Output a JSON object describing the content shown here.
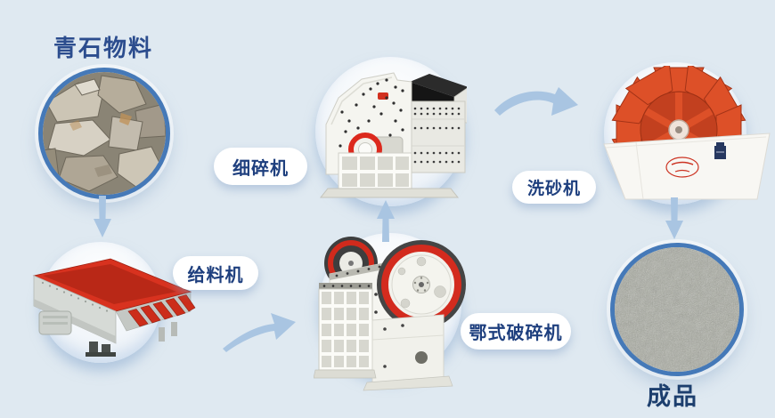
{
  "diagram": {
    "source": {
      "title": "青石物料"
    },
    "stages": {
      "feeder": {
        "label": "给料机"
      },
      "jaw_crusher": {
        "label": "鄂式破碎机"
      },
      "fine_crusher": {
        "label": "细碎机"
      },
      "sand_washer": {
        "label": "洗砂机"
      }
    },
    "product": {
      "title": "成品"
    },
    "connections": [
      {
        "from": "青石物料",
        "to": "给料机",
        "arrow": "down"
      },
      {
        "from": "给料机",
        "to": "鄂式破碎机",
        "arrow": "curved-right-up"
      },
      {
        "from": "鄂式破碎机",
        "to": "细碎机",
        "arrow": "up"
      },
      {
        "from": "细碎机",
        "to": "洗砂机",
        "arrow": "curved-right-down"
      },
      {
        "from": "洗砂机",
        "to": "成品",
        "arrow": "down"
      }
    ]
  },
  "icons": {
    "arrow_down": "down-arrow",
    "arrow_up": "up-arrow",
    "arrow_curved": "curved-swoosh-arrow"
  },
  "colors": {
    "background": "#dfe9f1",
    "circle_ring_blue": "#4579b8",
    "arrow_blue": "#a9c5e2",
    "label_text": "#1e3f7e",
    "title_text": "#2c4d8e",
    "pill_background": "#ffffff",
    "machine_red": "#d3271c",
    "washer_orange": "#dd5028"
  }
}
